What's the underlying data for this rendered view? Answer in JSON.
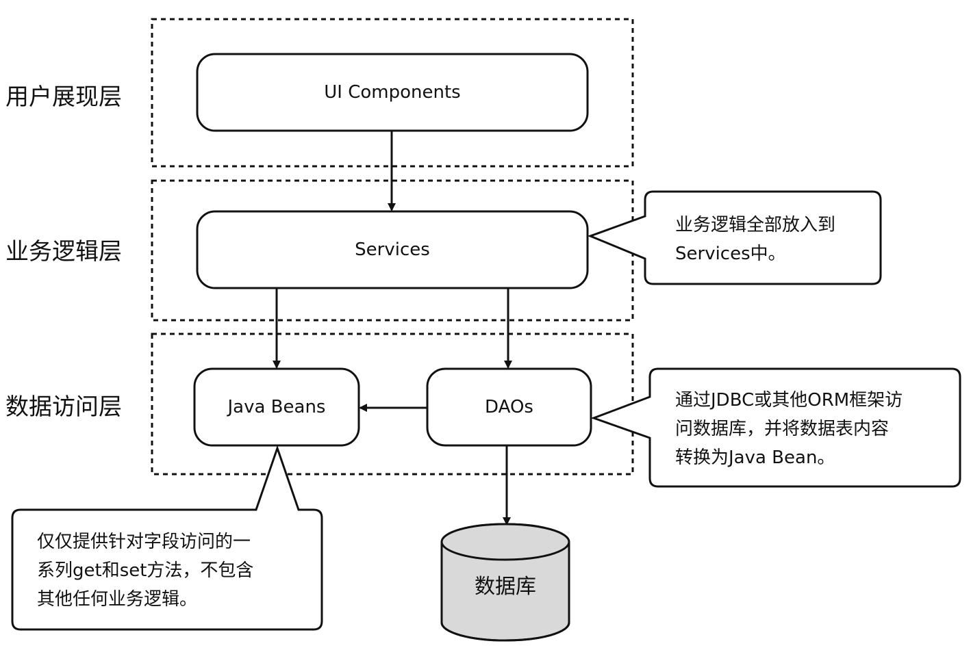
{
  "layers": {
    "presentation": "用户展现层",
    "business": "业务逻辑层",
    "data_access": "数据访问层"
  },
  "components": {
    "ui": "UI Components",
    "services": "Services",
    "java_beans": "Java Beans",
    "daos": "DAOs",
    "database": "数据库"
  },
  "notes": {
    "services": [
      "业务逻辑全部放入到",
      "Services中。"
    ],
    "daos": [
      "通过JDBC或其他ORM框架访",
      "问数据库，并将数据表内容",
      "转换为Java Bean。"
    ],
    "java_beans": [
      "仅仅提供针对字段访问的一",
      "系列get和set方法，不包含",
      "其他任何业务逻辑。"
    ]
  },
  "colors": {
    "stroke": "#111111",
    "database_fill": "#d9d9d9",
    "background": "#ffffff"
  }
}
